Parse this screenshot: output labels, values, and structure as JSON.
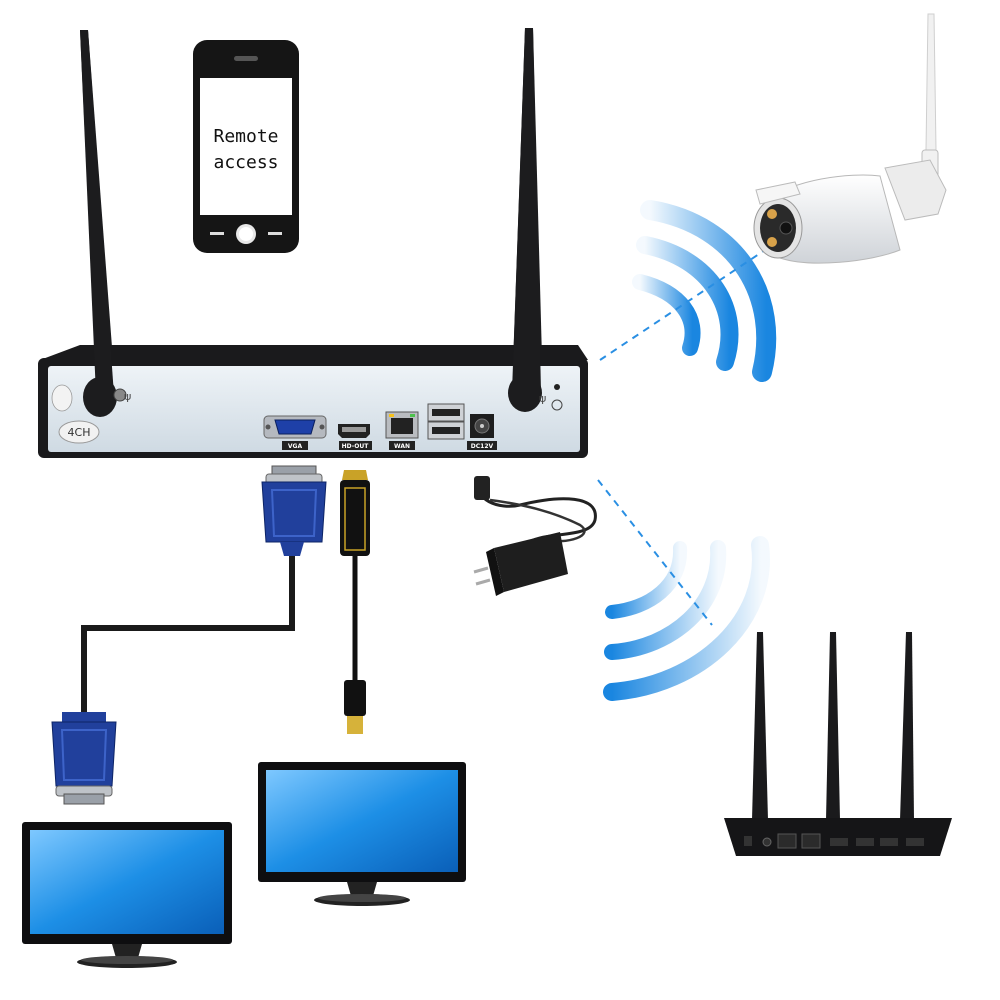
{
  "phone": {
    "screen_text_line1": "Remote",
    "screen_text_line2": "access"
  },
  "nvr": {
    "badge": "4CH",
    "port_labels": {
      "vga": "VGA",
      "hdout": "HD-OUT",
      "wan": "WAN",
      "dc": "DC12V"
    }
  },
  "colors": {
    "signal_blue": "#2a8fe3",
    "nvr_face": "#dde6ee",
    "device_black": "#1b1b1d",
    "vga_blue": "#1f3f9a",
    "screen_blue": "#1e8fe0"
  }
}
